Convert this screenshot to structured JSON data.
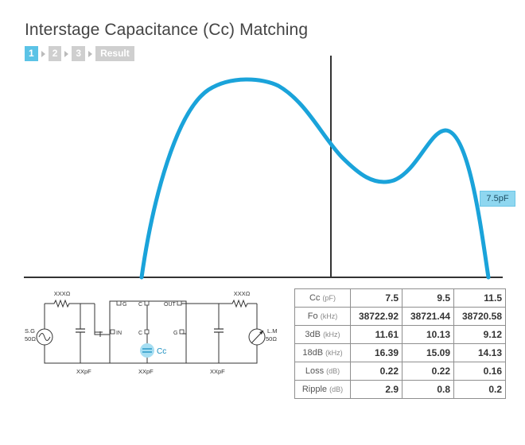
{
  "title": "Interstage Capacitance (Cc) Matching",
  "steps": [
    {
      "label": "1",
      "active": true
    },
    {
      "label": "2",
      "active": false
    },
    {
      "label": "3",
      "active": false
    },
    {
      "label": "Result",
      "active": false
    }
  ],
  "response_plot": {
    "current_label": "7.5pF",
    "curve_color": "#1aa3da",
    "marker_color": "#333333"
  },
  "circuit": {
    "resistor_left": "XXXΩ",
    "resistor_right": "XXXΩ",
    "source_label": "S.G",
    "source_impedance": "50Ω",
    "load_label": "L.M",
    "load_impedance": "50Ω",
    "cap_left": "XXpF",
    "cap_middle": "XXpF",
    "cap_right": "XXpF",
    "cc_label": "Cc",
    "pin_g1": "G",
    "pin_c1": "C",
    "pin_out": "OUT",
    "pin_in": "IN",
    "pin_c2": "C",
    "pin_g2": "G"
  },
  "table": {
    "rows": [
      {
        "label": "Cc",
        "unit": "(pF)",
        "values": [
          "7.5",
          "9.5",
          "11.5"
        ]
      },
      {
        "label": "Fo",
        "unit": "(kHz)",
        "values": [
          "38722.92",
          "38721.44",
          "38720.58"
        ]
      },
      {
        "label": "3dB",
        "unit": "(kHz)",
        "values": [
          "11.61",
          "10.13",
          "9.12"
        ]
      },
      {
        "label": "18dB",
        "unit": "(kHz)",
        "values": [
          "16.39",
          "15.09",
          "14.13"
        ]
      },
      {
        "label": "Loss",
        "unit": "(dB)",
        "values": [
          "0.22",
          "0.22",
          "0.16"
        ]
      },
      {
        "label": "Ripple",
        "unit": "(dB)",
        "values": [
          "2.9",
          "0.8",
          "0.2"
        ]
      }
    ]
  }
}
